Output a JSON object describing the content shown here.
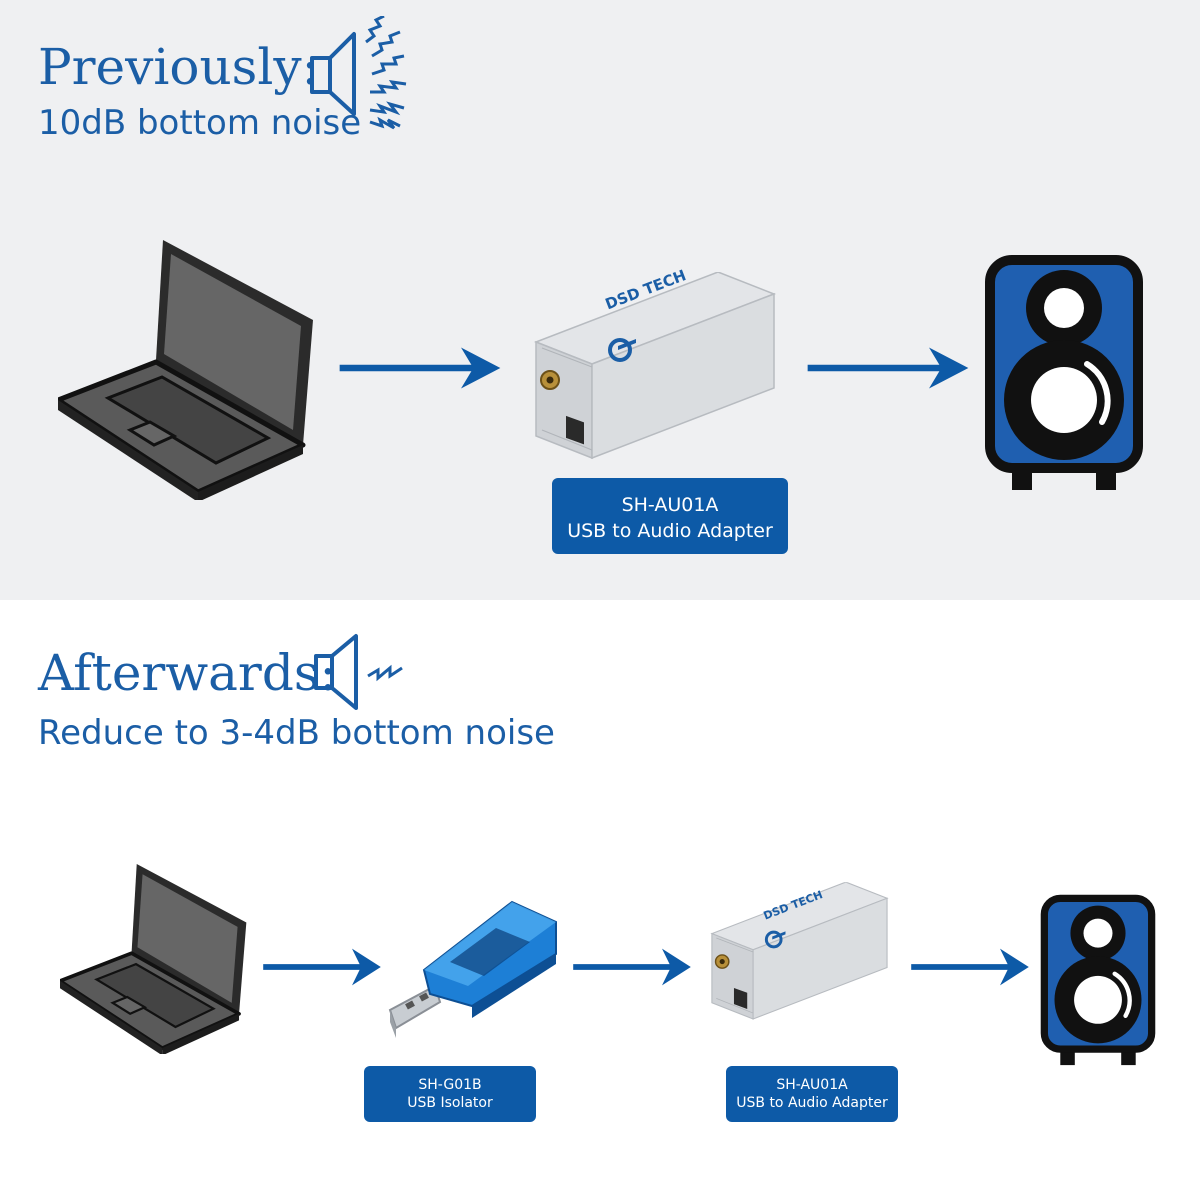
{
  "previously": {
    "heading": "Previously:",
    "subheading": "10dB bottom noise",
    "icon": "noisy-speaker-icon",
    "adapter_label": {
      "line1": "SH-AU01A",
      "line2": "USB to Audio Adapter"
    },
    "adapter_brand": "DSD TECH"
  },
  "afterwards": {
    "heading": "Afterwards:",
    "subheading": "Reduce to 3-4dB bottom noise",
    "icon": "quiet-speaker-icon",
    "isolator_label": {
      "line1": "SH-G01B",
      "line2": "USB Isolator"
    },
    "adapter_label": {
      "line1": "SH-AU01A",
      "line2": "USB to Audio Adapter"
    },
    "adapter_brand": "DSD TECH"
  },
  "colors": {
    "accent": "#1b5ea6",
    "label_bg": "#0d5aa7",
    "top_bg": "#eff0f2",
    "speaker_blue": "#1f5fb0"
  }
}
